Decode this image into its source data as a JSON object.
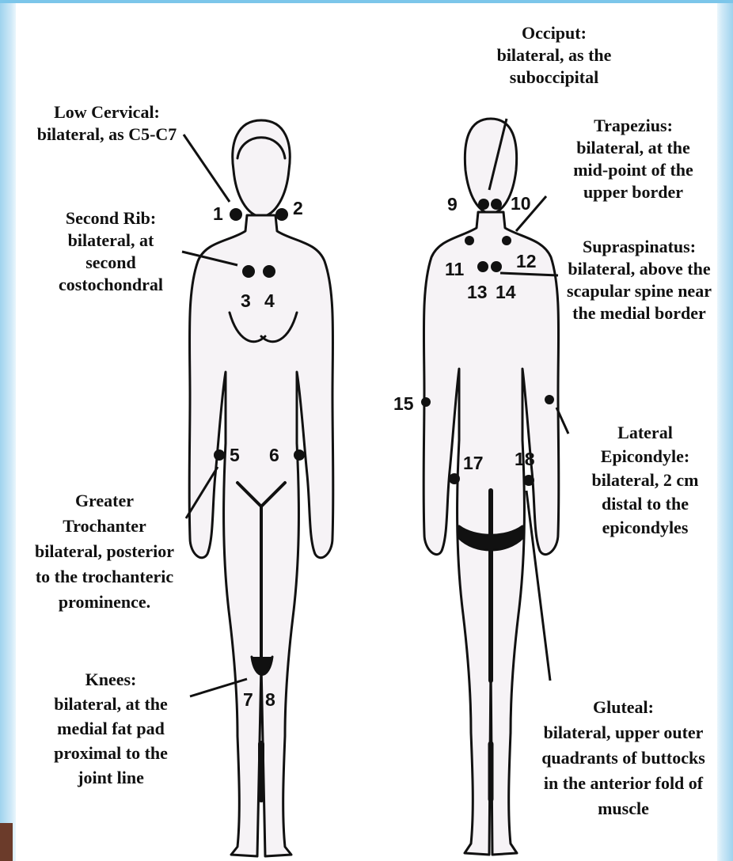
{
  "labels": {
    "occiput": [
      "Occiput:",
      "bilateral, as the",
      "suboccipital"
    ],
    "low_cervical": [
      "Low Cervical:",
      "bilateral, as C5-C7"
    ],
    "trapezius": [
      "Trapezius:",
      "bilateral, at the",
      "mid-point of the",
      "upper border"
    ],
    "second_rib": [
      "Second Rib:",
      "bilateral, at",
      "second",
      "costochondral"
    ],
    "supraspinatus": [
      "Supraspinatus:",
      "bilateral, above the",
      "scapular spine near",
      "the medial border"
    ],
    "lateral_epicondyle": [
      "Lateral",
      "Epicondyle:",
      "bilateral, 2 cm",
      "distal to the",
      "epicondyles"
    ],
    "greater_trochanter": [
      "Greater",
      "Trochanter",
      "bilateral, posterior",
      "to the trochanteric",
      "prominence."
    ],
    "knees": [
      "Knees:",
      "bilateral, at the",
      "medial fat pad",
      "proximal to the",
      "joint line"
    ],
    "gluteal": [
      "Gluteal:",
      "bilateral, upper outer",
      "quadrants of buttocks",
      "in the anterior fold of",
      "muscle"
    ]
  },
  "points": [
    "1",
    "2",
    "3",
    "4",
    "5",
    "6",
    "7",
    "8",
    "9",
    "10",
    "11",
    "12",
    "13",
    "14",
    "15",
    "17",
    "18"
  ]
}
